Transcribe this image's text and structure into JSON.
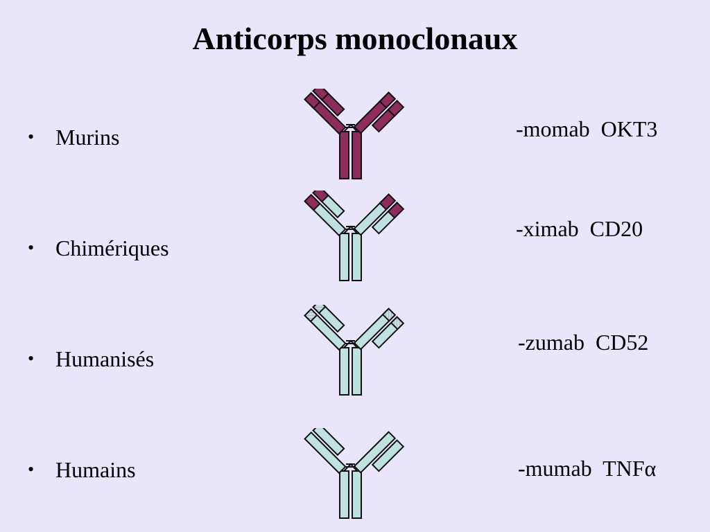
{
  "title": "Anticorps monoclonaux",
  "rows": [
    {
      "label": "Murins",
      "suffix": "-momab",
      "example": "OKT3",
      "scheme": "murine"
    },
    {
      "label": "Chimériques",
      "suffix": "-ximab",
      "example": "CD20",
      "scheme": "chimeric"
    },
    {
      "label": "Humanisés",
      "suffix": "-zumab",
      "example": "CD52",
      "scheme": "humanized"
    },
    {
      "label": "Humains",
      "suffix": "-mumab",
      "example": "TNFα",
      "scheme": "human"
    }
  ],
  "colors": {
    "background": "#e9e6fb",
    "murine": "#8e2d5a",
    "human": "#bfe1df",
    "hatch": "#c9a7c0"
  },
  "bullet_char": "•"
}
